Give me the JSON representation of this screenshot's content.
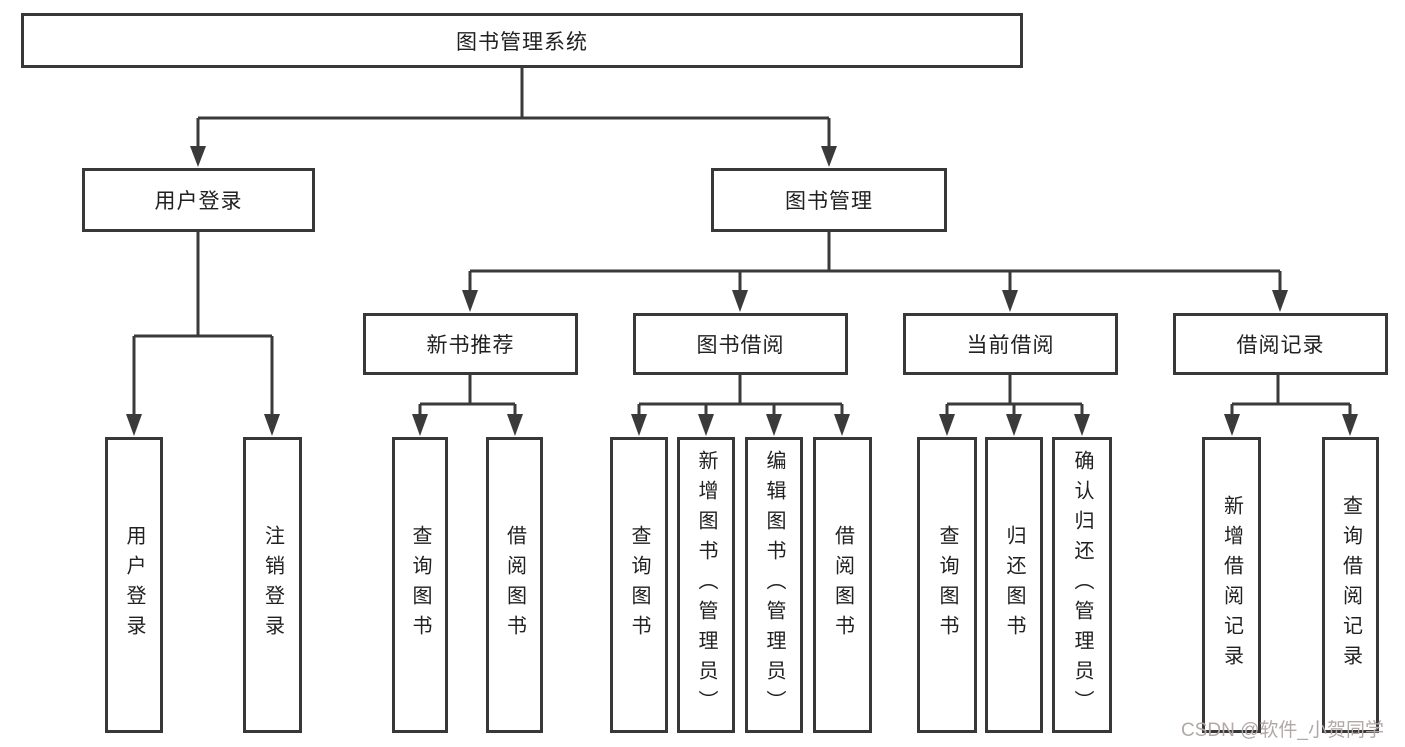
{
  "root_label": "图书管理系统",
  "level2": [
    {
      "label": "用户登录"
    },
    {
      "label": "图书管理"
    }
  ],
  "level3": [
    {
      "label": "新书推荐",
      "parent": "图书管理"
    },
    {
      "label": "图书借阅",
      "parent": "图书管理"
    },
    {
      "label": "当前借阅",
      "parent": "图书管理"
    },
    {
      "label": "借阅记录",
      "parent": "图书管理"
    }
  ],
  "leaves": [
    {
      "label": "用户登录",
      "parent": "用户登录"
    },
    {
      "label": "注销登录",
      "parent": "用户登录"
    },
    {
      "label": "查询图书",
      "parent": "新书推荐"
    },
    {
      "label": "借阅图书",
      "parent": "新书推荐"
    },
    {
      "label": "查询图书",
      "parent": "图书借阅"
    },
    {
      "label": "新增图书（管理员）",
      "parent": "图书借阅"
    },
    {
      "label": "编辑图书（管理员）",
      "parent": "图书借阅"
    },
    {
      "label": "借阅图书",
      "parent": "图书借阅"
    },
    {
      "label": "查询图书",
      "parent": "当前借阅"
    },
    {
      "label": "归还图书",
      "parent": "当前借阅"
    },
    {
      "label": "确认归还（管理员）",
      "parent": "当前借阅"
    },
    {
      "label": "新增借阅记录",
      "parent": "借阅记录"
    },
    {
      "label": "查询借阅记录",
      "parent": "借阅记录"
    }
  ],
  "watermark": {
    "text": "CSDN @软件_小贺同学",
    "color": "#b2a8a8"
  },
  "colors": {
    "line": "#3a3a3a",
    "box_border": "#383838",
    "text": "#212121",
    "background": "#ffffff"
  }
}
